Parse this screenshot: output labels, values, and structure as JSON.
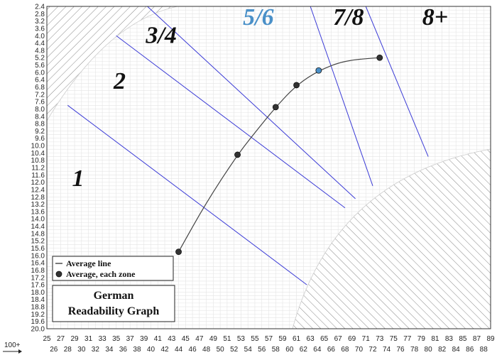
{
  "chart_data": {
    "type": "line",
    "title_lines": [
      "German",
      "Readability Graph"
    ],
    "x_corner_label": "100+",
    "x_ticks_top": [
      25,
      27,
      29,
      31,
      33,
      35,
      37,
      39,
      41,
      43,
      45,
      47,
      49,
      51,
      53,
      55,
      57,
      59,
      61,
      63,
      65,
      67,
      69,
      71,
      73,
      75,
      77,
      79,
      81,
      83,
      85,
      87,
      89
    ],
    "x_ticks_bottom": [
      26,
      28,
      30,
      32,
      34,
      36,
      38,
      40,
      42,
      44,
      46,
      48,
      50,
      52,
      54,
      56,
      58,
      60,
      62,
      64,
      66,
      68,
      70,
      72,
      74,
      76,
      78,
      80,
      82,
      84,
      86,
      88
    ],
    "xlim": [
      25,
      89
    ],
    "y_ticks": [
      "2.4",
      "2.8",
      "3.2",
      "3.6",
      "4.0",
      "4.4",
      "4.8",
      "5.2",
      "5.6",
      "6.0",
      "6.4",
      "6.8",
      "7.2",
      "7.6",
      "8.0",
      "8.4",
      "8.8",
      "9.2",
      "9.6",
      "10.0",
      "10.4",
      "10.8",
      "11.2",
      "11.6",
      "12.0",
      "12.4",
      "12.8",
      "13.2",
      "13.6",
      "14.0",
      "14.4",
      "14.8",
      "15.2",
      "15.6",
      "16.0",
      "16.4",
      "16.8",
      "17.2",
      "17.6",
      "18.0",
      "18.4",
      "18.8",
      "19.2",
      "19.6",
      "20.0"
    ],
    "ylim": [
      2.4,
      20.0
    ],
    "y_inverted": true,
    "grid": true,
    "zones": [
      {
        "label": "1",
        "x": 29.5,
        "y": 12.2
      },
      {
        "label": "2",
        "x": 35.5,
        "y": 6.9
      },
      {
        "label": "3/4",
        "x": 41.5,
        "y": 4.4
      },
      {
        "label": "5/6",
        "x": 55.5,
        "y": 3.4,
        "color": "#4a90c8"
      },
      {
        "label": "7/8",
        "x": 68.5,
        "y": 3.4
      },
      {
        "label": "8+",
        "x": 81.0,
        "y": 3.4
      }
    ],
    "zone_boundaries": [
      [
        [
          28.0,
          7.8
        ],
        [
          62.5,
          17.6
        ]
      ],
      [
        [
          35.0,
          4.0
        ],
        [
          68.0,
          13.4
        ]
      ],
      [
        [
          39.5,
          2.4
        ],
        [
          69.5,
          12.9
        ]
      ],
      [
        [
          63.0,
          2.4
        ],
        [
          72.0,
          12.2
        ]
      ],
      [
        [
          71.0,
          2.4
        ],
        [
          80.0,
          10.6
        ]
      ]
    ],
    "boundary_color": "#3b3bd6",
    "series": [
      {
        "name": "Average line",
        "x": [
          44,
          48,
          52.5,
          55,
          58,
          61,
          64.2,
          68,
          73
        ],
        "y": [
          15.8,
          13.1,
          10.5,
          9.3,
          7.9,
          6.7,
          5.9,
          5.35,
          5.2
        ],
        "color": "#444444"
      },
      {
        "name": "Average, each zone",
        "x": [
          44,
          52.5,
          58,
          61,
          64.2,
          73
        ],
        "y": [
          15.8,
          10.5,
          7.9,
          6.7,
          5.9,
          5.2
        ],
        "color": "#333333",
        "highlight_index": 4,
        "highlight_color": "#4a90c8"
      }
    ]
  }
}
